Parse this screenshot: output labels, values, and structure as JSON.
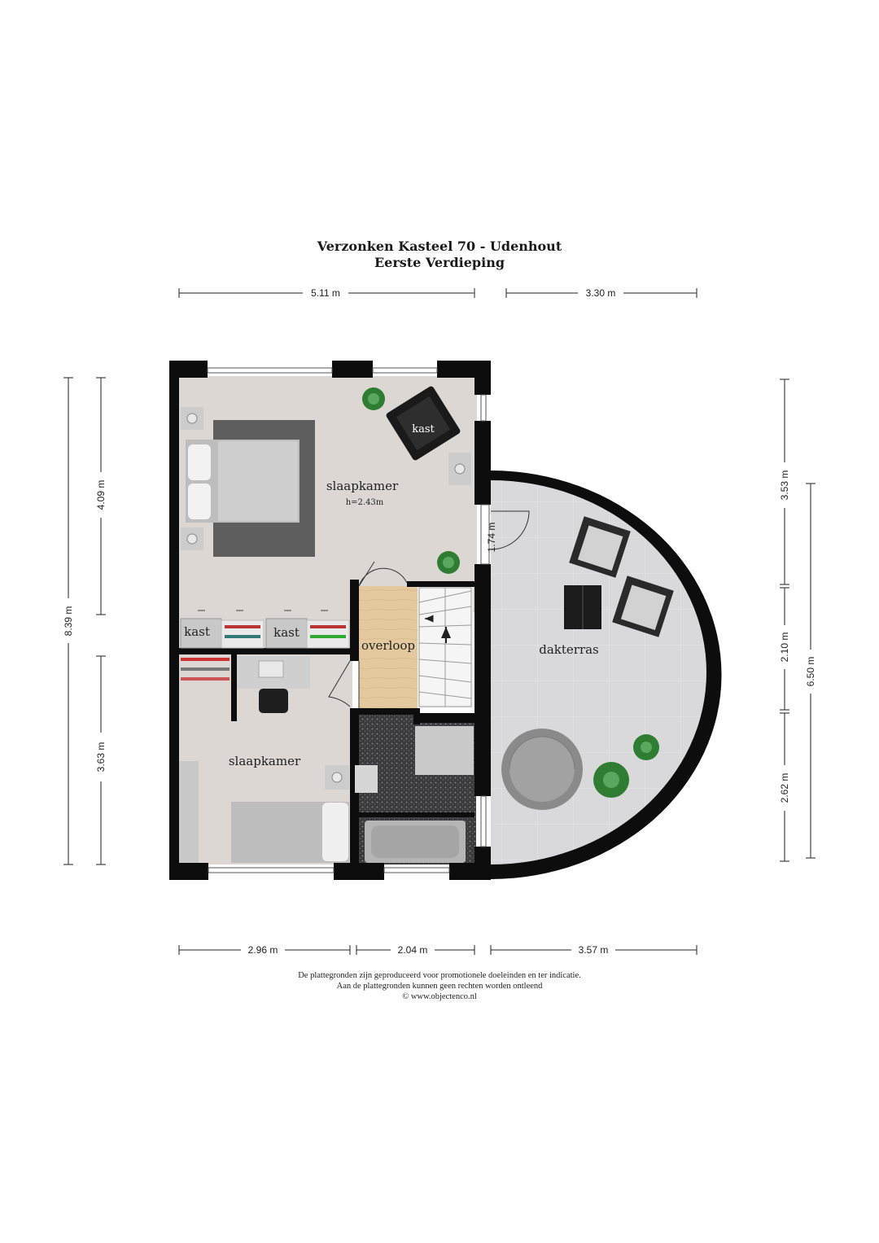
{
  "header": {
    "title": "Verzonken Kasteel 70 - Udenhout",
    "subtitle": "Eerste Verdieping"
  },
  "rooms": {
    "slaapkamer_top": "slaapkamer",
    "ceiling_height": "h=2.43m",
    "kast_chair": "kast",
    "kast_left": "kast",
    "kast_right": "kast",
    "overloop": "overloop",
    "dakterras": "dakterras",
    "slaapkamer_bottom": "slaapkamer"
  },
  "dimensions": {
    "top_left": "5.11 m",
    "top_right": "3.30 m",
    "bottom_left": "2.96 m",
    "bottom_mid": "2.04 m",
    "bottom_right": "3.57 m",
    "left_total": "8.39 m",
    "left_upper": "4.09 m",
    "left_lower": "3.63 m",
    "door_width": "1.74 m",
    "right_upper": "3.53 m",
    "right_mid": "2.10 m",
    "right_lower": "2.62 m",
    "right_total": "6.50 m"
  },
  "footer": {
    "line1": "De plattegronden zijn geproduceerd voor promotionele doeleinden en ter indicatie.",
    "line2": "Aan de plattegronden kunnen geen rechten worden ontleend",
    "line3": "© www.objectenco.nl"
  },
  "colors": {
    "wall": "#0d0d0d",
    "carpet": "#dcd7d2",
    "rug": "#5e5e5e",
    "terrace": "#d7d7d9",
    "wood": "#e3c9a0",
    "granite": "#3a3a3c"
  }
}
